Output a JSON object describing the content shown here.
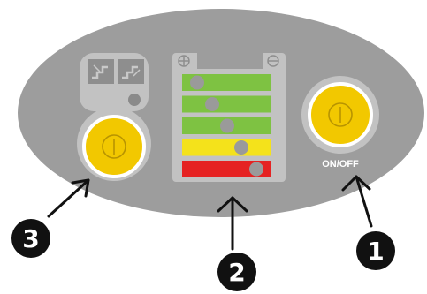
{
  "panel": {
    "on_off_label": "ON/OFF",
    "colors": {
      "panel": "#9d9d9d",
      "panel_light": "#c2c2c2",
      "button_yellow": "#f2c800",
      "green": "#7ec242",
      "yellow": "#f4e21b",
      "red": "#e52222"
    },
    "level_indicator": {
      "bars": [
        {
          "color": "green"
        },
        {
          "color": "green"
        },
        {
          "color": "green"
        },
        {
          "color": "yellow"
        },
        {
          "color": "red"
        }
      ]
    }
  },
  "callouts": {
    "one": "1",
    "two": "2",
    "three": "3"
  }
}
